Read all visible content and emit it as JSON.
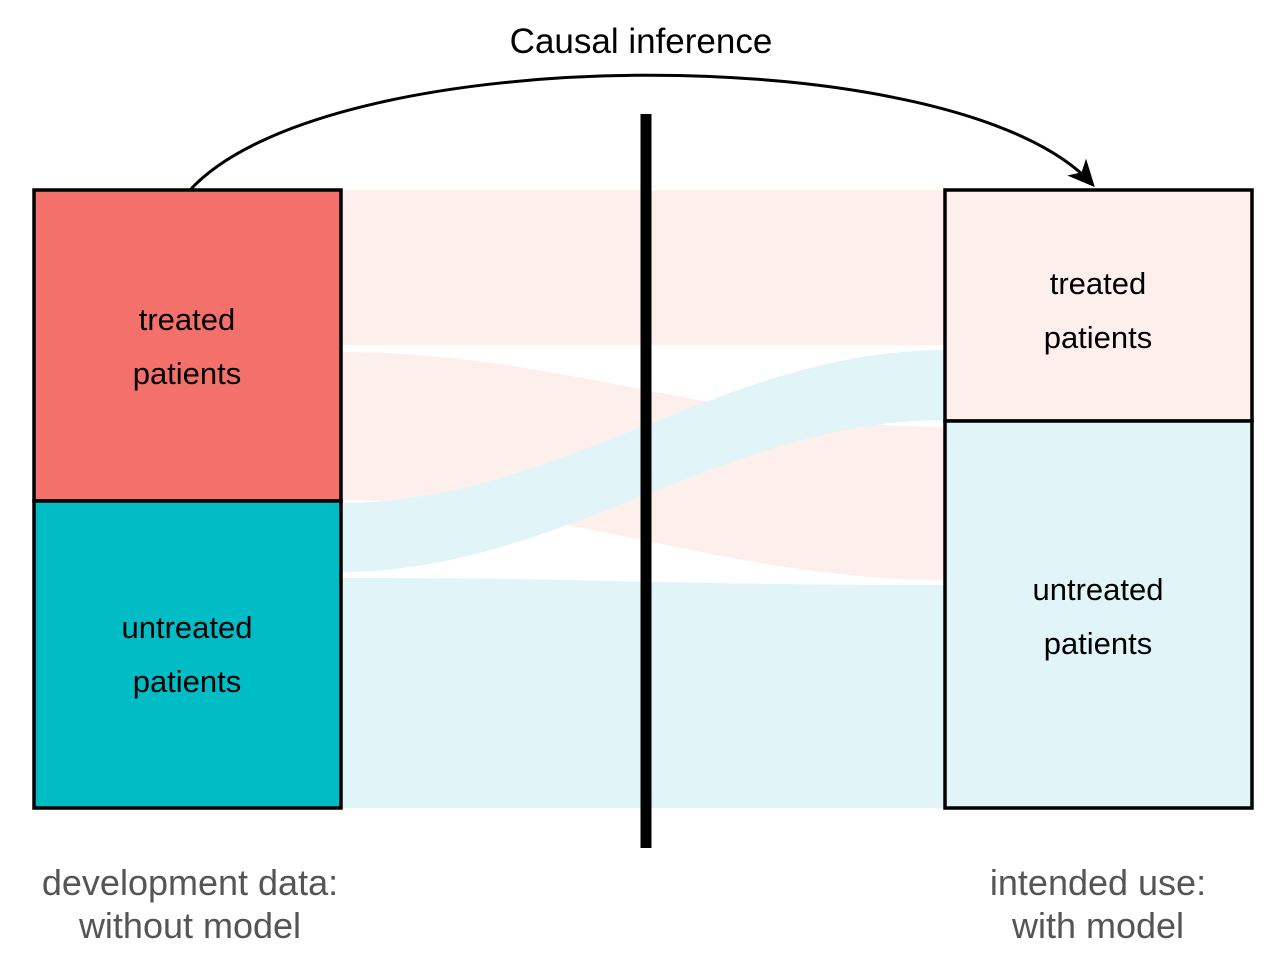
{
  "figure": {
    "arc_label": "Causal inference",
    "background": "#ffffff"
  },
  "palette": {
    "treated_solid": "#F4706A",
    "untreated_solid": "#00BCC4",
    "treated_pale": "#FCEFEC",
    "untreated_pale": "#E1F5F8",
    "outline": "#000000",
    "caption_text": "#555555",
    "node_text": "#000000",
    "divider": "#000000"
  },
  "left_column": {
    "caption_line1": "development data:",
    "caption_line2": "without model",
    "nodes": [
      {
        "id": "left-treated",
        "line1": "treated",
        "line2": "patients",
        "fill": "#F4706A",
        "value": 0.39
      },
      {
        "id": "left-untreated",
        "line1": "untreated",
        "line2": "patients",
        "fill": "#00BCC4",
        "value": 0.49
      }
    ]
  },
  "right_column": {
    "caption_line1": "intended use:",
    "caption_line2": "with model",
    "nodes": [
      {
        "id": "right-treated",
        "line1": "treated",
        "line2": "patients",
        "fill": "#FCEFEC",
        "value": 0.37
      },
      {
        "id": "right-untreated",
        "line1": "untreated",
        "line2": "patients",
        "fill": "#E1F5F8",
        "value": 0.6
      }
    ]
  },
  "chart_data": {
    "type": "sankey",
    "title": "Causal inference",
    "nodes": [
      {
        "name": "treated patients (development)",
        "side": "left",
        "color": "#F4706A"
      },
      {
        "name": "untreated patients (development)",
        "side": "left",
        "color": "#00BCC4"
      },
      {
        "name": "treated patients (intended use)",
        "side": "right",
        "color": "#FCEFEC"
      },
      {
        "name": "untreated patients (intended use)",
        "side": "right",
        "color": "#E1F5F8"
      }
    ],
    "links": [
      {
        "source": "treated patients (development)",
        "target": "treated patients (intended use)",
        "value": 0.52,
        "color": "#FCEFEC"
      },
      {
        "source": "treated patients (development)",
        "target": "untreated patients (intended use)",
        "value": 0.48,
        "color": "#FCEFEC"
      },
      {
        "source": "untreated patients (development)",
        "target": "treated patients (intended use)",
        "value": 0.2,
        "color": "#E1F5F8"
      },
      {
        "source": "untreated patients (development)",
        "target": "untreated patients (intended use)",
        "value": 0.8,
        "color": "#E1F5F8"
      }
    ],
    "annotations": [
      "Causal inference",
      "development data: without model",
      "intended use: with model"
    ],
    "legend": "none",
    "grid": false
  }
}
